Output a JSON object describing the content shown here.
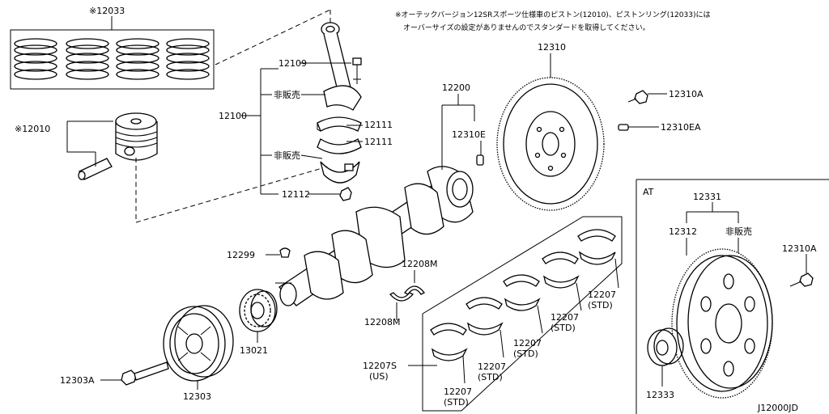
{
  "note": {
    "line1": "※オーテックバージョン12SRスポーツ仕様車のピストン(12010)、ピストンリング(12033)には",
    "line2": "オーバーサイズの設定がありませんのでスタンダードを取得してください。"
  },
  "labels": {
    "piston_rings": "※12033",
    "piston": "※12010",
    "conrod_assy": "12100",
    "conrod_bolt": "12109",
    "not_sold_1": "非販売",
    "bearing_upper": "12111",
    "bearing_lower": "12111",
    "not_sold_2": "非販売",
    "conrod_nut": "12112",
    "crankshaft": "12200",
    "pilot_pin": "12310E",
    "flywheel": "12310",
    "flywheel_bolt": "12310A",
    "flywheel_bolt_e": "12310EA",
    "key": "12299",
    "thrust_washer_upper": "12208M",
    "thrust_washer_lower": "12208M",
    "sprocket": "13021",
    "pulley": "12303",
    "pulley_bolt": "12303A",
    "main_bearing_std_1": "12207",
    "main_bearing_std_1_sub": "(STD)",
    "main_bearing_std_2": "12207",
    "main_bearing_std_2_sub": "(STD)",
    "main_bearing_std_3": "12207",
    "main_bearing_std_3_sub": "(STD)",
    "main_bearing_std_4": "12207",
    "main_bearing_std_4_sub": "(STD)",
    "main_bearing_std_5": "12207",
    "main_bearing_std_5_sub": "(STD)",
    "main_bearing_us": "12207S",
    "main_bearing_us_sub": "(US)",
    "at_section": "AT",
    "drive_plate_assy": "12331",
    "drive_plate": "12312",
    "not_sold_3": "非販売",
    "drive_plate_bolt": "12310A",
    "reinforcement": "12333",
    "figure_code": "J12000JD"
  }
}
